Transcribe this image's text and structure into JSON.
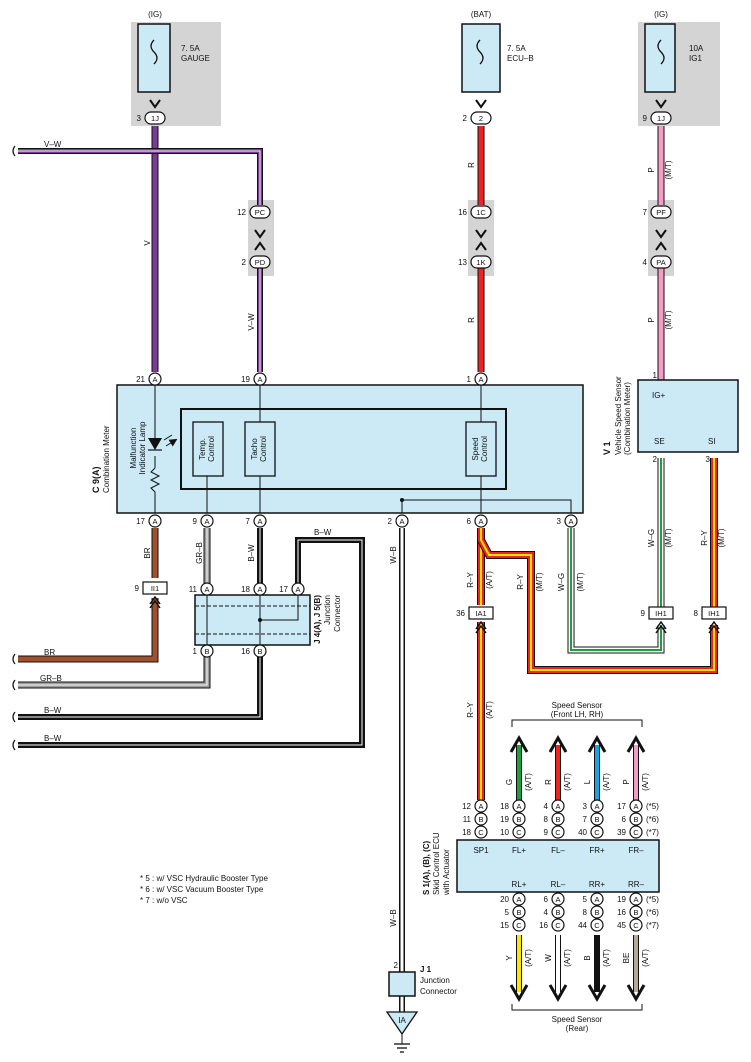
{
  "fuses": {
    "gauge": {
      "source": "(IG)",
      "rating": "7. 5A",
      "name": "GAUGE",
      "pin": "3",
      "conn": "1J"
    },
    "ecub": {
      "source": "(BAT)",
      "rating": "7. 5A",
      "name": "ECU–B",
      "pin": "2",
      "conn": "2"
    },
    "ig1": {
      "source": "(IG)",
      "rating": "10A",
      "name": "IG1",
      "pin": "9",
      "conn": "1J"
    }
  },
  "wires": {
    "v": "V",
    "vw": "V–W",
    "r": "R",
    "p": "P",
    "mt": "(M/T)",
    "at": "(A/T)",
    "br": "BR",
    "grb": "GR–B",
    "bw": "B–W",
    "wb": "W–B",
    "ry": "R–Y",
    "wg": "W–G",
    "g": "G",
    "l": "L",
    "y": "Y",
    "w": "W",
    "b": "B",
    "be": "BE"
  },
  "connectors": {
    "pc": {
      "pin": "12",
      "label": "PC"
    },
    "pd": {
      "pin": "2",
      "label": "PD"
    },
    "c1c": {
      "pin": "16",
      "label": "1C"
    },
    "c1k": {
      "pin": "13",
      "label": "1K"
    },
    "pf": {
      "pin": "7",
      "label": "PF"
    },
    "pa": {
      "pin": "4",
      "label": "PA"
    },
    "ii1": {
      "pin": "9",
      "label": "II1"
    },
    "ia1": {
      "pin": "36",
      "label": "IA1"
    },
    "ih1a": {
      "pin": "9",
      "label": "IH1"
    },
    "ih1b": {
      "pin": "8",
      "label": "IH1"
    }
  },
  "meter": {
    "id": "C 9(A)",
    "name": "Combination Meter",
    "mil_line1": "Malfunction",
    "mil_line2": "Indicator Lamp",
    "temp1": "Temp.",
    "temp2": "Control",
    "tacho1": "Tacho",
    "tacho2": "Control",
    "speed1": "Speed",
    "speed2": "Control",
    "top_pins": [
      "21",
      "19",
      "1"
    ],
    "bottom_pins": [
      "17",
      "9",
      "7",
      "2",
      "6",
      "3"
    ],
    "pin_letter": "A"
  },
  "vss": {
    "id": "V 1",
    "name": "Vehicle Speed Sensor",
    "sub": "(Combination Meter)",
    "ig": "IG+",
    "se": "SE",
    "si": "SI",
    "pin_ig": "1",
    "pin_se": "2",
    "pin_si": "3"
  },
  "junction": {
    "id": "J 4(A), J 5(B)",
    "name1": "Junction",
    "name2": "Connector",
    "top_pins": [
      "11",
      "18",
      "17"
    ],
    "bottom_pins": [
      "1",
      "16"
    ],
    "a": "A",
    "b": "B"
  },
  "ground": {
    "id": "J 1",
    "name1": "Junction",
    "name2": "Connector",
    "pin": "2",
    "label": "IA"
  },
  "ecu": {
    "id": "S 1(A), (B), (C)",
    "name1": "Skid Control ECU",
    "name2": "with Actuator",
    "top_labels": [
      "SP1",
      "FL+",
      "FL–",
      "FR+",
      "FR–"
    ],
    "bottom_labels": [
      "RL+",
      "RL–",
      "RR+",
      "RR–"
    ],
    "sp1_pins": [
      "12",
      "11",
      "18"
    ],
    "fl_plus_pins": [
      "18",
      "19",
      "10"
    ],
    "fl_minus_pins": [
      "4",
      "8",
      "9"
    ],
    "fr_plus_pins": [
      "3",
      "7",
      "40"
    ],
    "fr_minus_pins": [
      "17",
      "6",
      "39"
    ],
    "rl_plus_pins": [
      "20",
      "5",
      "15"
    ],
    "rl_minus_pins": [
      "6",
      "4",
      "16"
    ],
    "rr_plus_pins": [
      "5",
      "8",
      "44"
    ],
    "rr_minus_pins": [
      "19",
      "16",
      "45"
    ],
    "letters": [
      "A",
      "B",
      "C"
    ],
    "notes": [
      "(*5)",
      "(*6)",
      "(*7)"
    ]
  },
  "sensors": {
    "front": "Speed Sensor",
    "front_sub": "(Front LH,  RH)",
    "rear": "Speed Sensor",
    "rear_sub": "(Rear)"
  },
  "footnotes": [
    "* 5 : w/ VSC Hydraulic Booster Type",
    "* 6 : w/ VSC Vacuum Booster Type",
    "* 7 : w/o VSC"
  ],
  "colors": {
    "violet": "#7b3a96",
    "red": "#ee2424",
    "pink": "#f29cc6",
    "brown": "#a0502a",
    "grey": "#9c9c9c",
    "black": "#111111",
    "yellow": "#ffe500",
    "green": "#1e9e3e",
    "blue": "#1aa3e6",
    "beige": "#b5a996",
    "component": "#cce9f6",
    "shade": "#d4d4d4"
  }
}
